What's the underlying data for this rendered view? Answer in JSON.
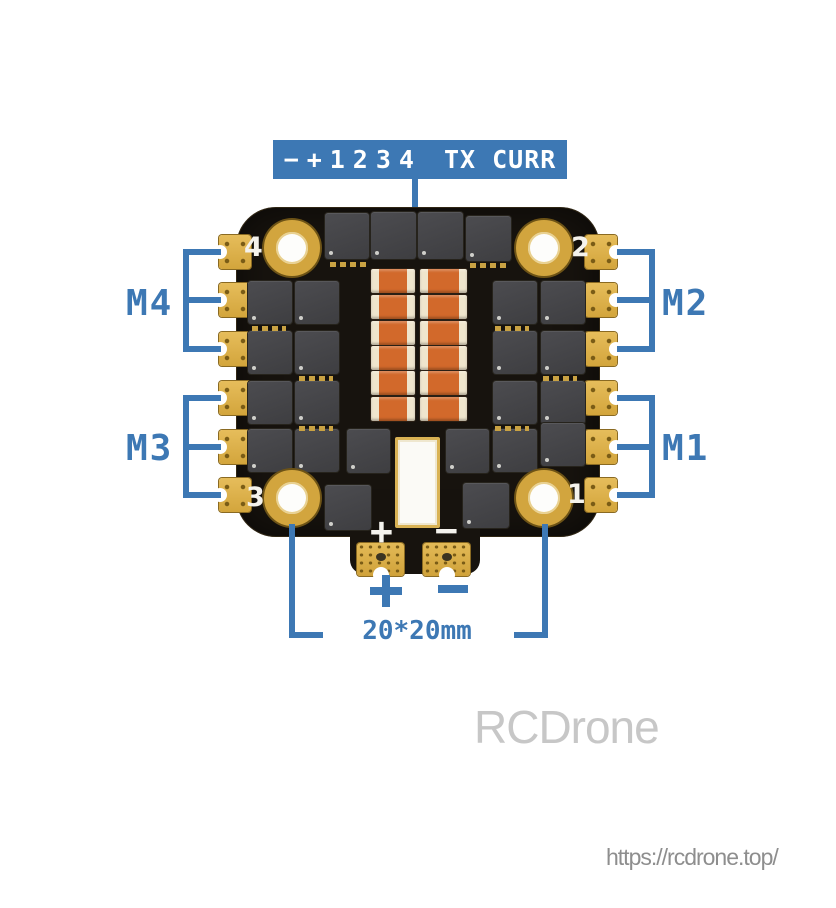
{
  "colors": {
    "annotation_blue": "#3d78b4",
    "board_black": "#17130e",
    "pad_gold": "#d9ad45",
    "chip_gray": "#46464a",
    "capacitor_orange": "#d2692b",
    "watermark_gray": "#c7c7c7",
    "url_gray": "#8e8e8e"
  },
  "top_callout": {
    "pins": "−+1234",
    "signals": "TX CURR"
  },
  "motor_labels": {
    "m4": "M4",
    "m3": "M3",
    "m2": "M2",
    "m1": "M1"
  },
  "hole_numbers": {
    "top_left": "4",
    "top_right": "2",
    "bottom_left": "3",
    "bottom_right": "1"
  },
  "silkscreen": {
    "plus": "+",
    "minus": "−"
  },
  "battery_callout_icons": {
    "positive": "plus-icon",
    "negative": "minus-icon"
  },
  "dimension_label": "20*20mm",
  "watermark": "RCDrone",
  "website_url": "https://rcdrone.top/"
}
